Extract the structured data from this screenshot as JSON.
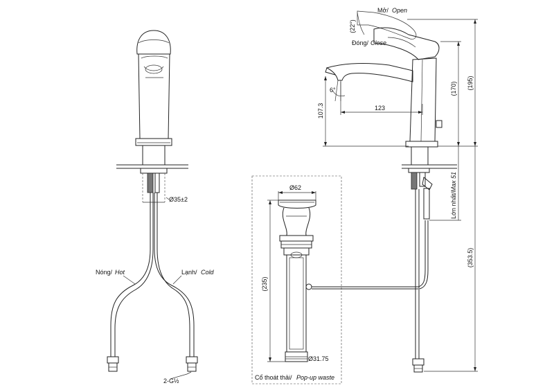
{
  "labels": {
    "open_vn": "Mở/",
    "open_en": "Open",
    "close_vn": "Đóng/",
    "close_en": "Close",
    "angle_lever": "(22°)",
    "angle_spout": "6°",
    "height_spout": "107.3",
    "reach": "123",
    "height_170": "(170)",
    "height_195": "(195)",
    "max_thickness_vn": "Lớn nhất/",
    "max_thickness_en": "Max 51",
    "total_height": "(353.5)",
    "drain_top_dia": "Ø62",
    "drain_length": "(235)",
    "drain_bottom_dia": "Ø31.75",
    "drain_caption_vn": "Cổ thoát thải/",
    "drain_caption_en": "Pop-up waste",
    "hole_dia": "Ø35±2",
    "hot_vn": "Nóng/",
    "hot_en": "Hot",
    "cold_vn": "Lạnh/",
    "cold_en": "Cold",
    "thread": "2-G½"
  }
}
